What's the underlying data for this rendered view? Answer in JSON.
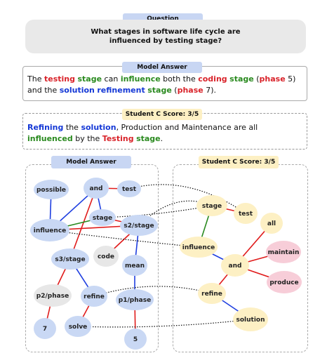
{
  "question_tag": "Question",
  "question_text": "What stages in software life cycle are influenced by testing stage?",
  "model_answer_tag": "Model Answer",
  "model_answer": [
    {
      "t": "The ",
      "c": ""
    },
    {
      "t": "testing",
      "c": "r"
    },
    {
      "t": " ",
      "c": ""
    },
    {
      "t": "stage",
      "c": "g"
    },
    {
      "t": " can ",
      "c": ""
    },
    {
      "t": "influence",
      "c": "g"
    },
    {
      "t": " both the ",
      "c": ""
    },
    {
      "t": "coding",
      "c": "r"
    },
    {
      "t": " ",
      "c": ""
    },
    {
      "t": "stage",
      "c": "g"
    },
    {
      "t": " (",
      "c": ""
    },
    {
      "t": "phase",
      "c": "r"
    },
    {
      "t": " 5) and the ",
      "c": ""
    },
    {
      "t": "solution",
      "c": "b"
    },
    {
      "t": " ",
      "c": ""
    },
    {
      "t": "refinement",
      "c": "b"
    },
    {
      "t": " ",
      "c": ""
    },
    {
      "t": "stage",
      "c": "g"
    },
    {
      "t": " (",
      "c": ""
    },
    {
      "t": "phase",
      "c": "r"
    },
    {
      "t": " 7).",
      "c": ""
    }
  ],
  "student_tag": "Student C Score: 3/5",
  "student_answer": [
    {
      "t": "Refining",
      "c": "b"
    },
    {
      "t": " the ",
      "c": ""
    },
    {
      "t": "solution",
      "c": "b"
    },
    {
      "t": ", Production and Maintenance are all ",
      "c": ""
    },
    {
      "t": "influenced",
      "c": "g"
    },
    {
      "t": " by the ",
      "c": ""
    },
    {
      "t": "Testing",
      "c": "r"
    },
    {
      "t": " ",
      "c": ""
    },
    {
      "t": "stage",
      "c": "g"
    },
    {
      "t": ".",
      "c": ""
    }
  ],
  "left_panel_tag": "Model Answer",
  "right_panel_tag": "Student C Score: 3/5",
  "colors": {
    "blue_node": "#c9d8f4",
    "gray_node": "#e7e7e7",
    "yellow_node": "#fdf0c4",
    "pink_node": "#f7cdd8",
    "red": "#e01b1b",
    "blue": "#1f3fe0",
    "green": "#2a8a1f",
    "dotted": "#111111"
  },
  "left_nodes": [
    {
      "id": "possible",
      "label": "possible",
      "color": "blue"
    },
    {
      "id": "and",
      "label": "and",
      "color": "blue"
    },
    {
      "id": "test",
      "label": "test",
      "color": "blue"
    },
    {
      "id": "stage",
      "label": "stage",
      "color": "blue"
    },
    {
      "id": "s2stage",
      "label": "s2/stage",
      "color": "blue"
    },
    {
      "id": "influence",
      "label": "influence",
      "color": "blue"
    },
    {
      "id": "code",
      "label": "code",
      "color": "gray"
    },
    {
      "id": "s3stage",
      "label": "s3/stage",
      "color": "blue"
    },
    {
      "id": "mean",
      "label": "mean",
      "color": "blue"
    },
    {
      "id": "p2phase",
      "label": "p2/phase",
      "color": "gray"
    },
    {
      "id": "refine",
      "label": "refine",
      "color": "blue"
    },
    {
      "id": "p1phase",
      "label": "p1/phase",
      "color": "blue"
    },
    {
      "id": "7",
      "label": "7",
      "color": "blue"
    },
    {
      "id": "solve",
      "label": "solve",
      "color": "blue"
    },
    {
      "id": "5",
      "label": "5",
      "color": "blue"
    }
  ],
  "right_nodes": [
    {
      "id": "r_stage",
      "label": "stage",
      "color": "yellow"
    },
    {
      "id": "r_test",
      "label": "test",
      "color": "yellow"
    },
    {
      "id": "r_all",
      "label": "all",
      "color": "yellow"
    },
    {
      "id": "r_influence",
      "label": "influence",
      "color": "yellow"
    },
    {
      "id": "r_maintain",
      "label": "maintain",
      "color": "pink"
    },
    {
      "id": "r_and",
      "label": "and",
      "color": "yellow"
    },
    {
      "id": "r_produce",
      "label": "produce",
      "color": "pink"
    },
    {
      "id": "r_refine",
      "label": "refine",
      "color": "yellow"
    },
    {
      "id": "r_solution",
      "label": "solution",
      "color": "yellow"
    }
  ],
  "edges": [
    {
      "a": "possible",
      "b": "influence",
      "c": "blue"
    },
    {
      "a": "and",
      "b": "influence",
      "c": "blue"
    },
    {
      "a": "and",
      "b": "stage",
      "c": "blue"
    },
    {
      "a": "and",
      "b": "test",
      "c": "red"
    },
    {
      "a": "and",
      "b": "s3stage",
      "c": "red"
    },
    {
      "a": "influence",
      "b": "stage",
      "c": "green"
    },
    {
      "a": "influence",
      "b": "s2stage",
      "c": "red"
    },
    {
      "a": "stage",
      "b": "s2stage",
      "c": "red"
    },
    {
      "a": "s2stage",
      "b": "code",
      "c": "red"
    },
    {
      "a": "s2stage",
      "b": "mean",
      "c": "blue"
    },
    {
      "a": "mean",
      "b": "p1phase",
      "c": "blue"
    },
    {
      "a": "p1phase",
      "b": "5",
      "c": "red"
    },
    {
      "a": "s3stage",
      "b": "refine",
      "c": "blue"
    },
    {
      "a": "s3stage",
      "b": "p2phase",
      "c": "red"
    },
    {
      "a": "p2phase",
      "b": "7",
      "c": "red"
    },
    {
      "a": "refine",
      "b": "solve",
      "c": "red"
    },
    {
      "a": "r_stage",
      "b": "r_test",
      "c": "red"
    },
    {
      "a": "r_stage",
      "b": "r_influence",
      "c": "green"
    },
    {
      "a": "r_influence",
      "b": "r_and",
      "c": "blue"
    },
    {
      "a": "r_and",
      "b": "r_all",
      "c": "red"
    },
    {
      "a": "r_and",
      "b": "r_maintain",
      "c": "red"
    },
    {
      "a": "r_and",
      "b": "r_produce",
      "c": "red"
    },
    {
      "a": "r_and",
      "b": "r_refine",
      "c": "red"
    },
    {
      "a": "r_refine",
      "b": "r_solution",
      "c": "blue"
    }
  ],
  "cross_links": [
    {
      "a": "test",
      "b": "r_test"
    },
    {
      "a": "stage",
      "b": "r_stage"
    },
    {
      "a": "s2stage",
      "b": "r_stage"
    },
    {
      "a": "influence",
      "b": "r_influence"
    },
    {
      "a": "refine",
      "b": "r_refine"
    },
    {
      "a": "solve",
      "b": "r_solution"
    }
  ]
}
